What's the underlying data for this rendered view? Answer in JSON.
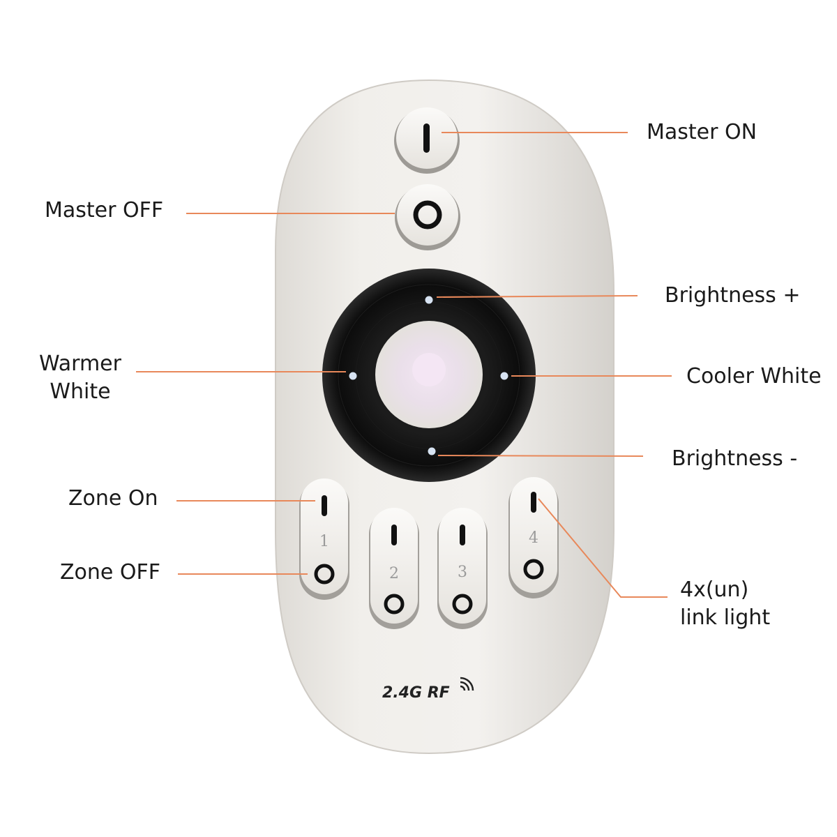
{
  "labels": {
    "master_on": "Master ON",
    "master_off": "Master OFF",
    "brightness_plus": "Brightness +",
    "warmer_white_line1": "Warmer",
    "warmer_white_line2": "White",
    "cooler_white": "Cooler White",
    "brightness_minus": "Brightness -",
    "zone_on": "Zone On",
    "zone_off": "Zone OFF",
    "link_light_line1": "4x(un)",
    "link_light_line2": "link light"
  },
  "remote": {
    "brand_text": "2.4G RF",
    "zones": [
      {
        "number": "1"
      },
      {
        "number": "2"
      },
      {
        "number": "3"
      },
      {
        "number": "4"
      }
    ]
  },
  "colors": {
    "leader_line": "#e8885a",
    "remote_body": "#ece9e4",
    "wheel": "#111111",
    "center_glow": "#ece0ec"
  }
}
